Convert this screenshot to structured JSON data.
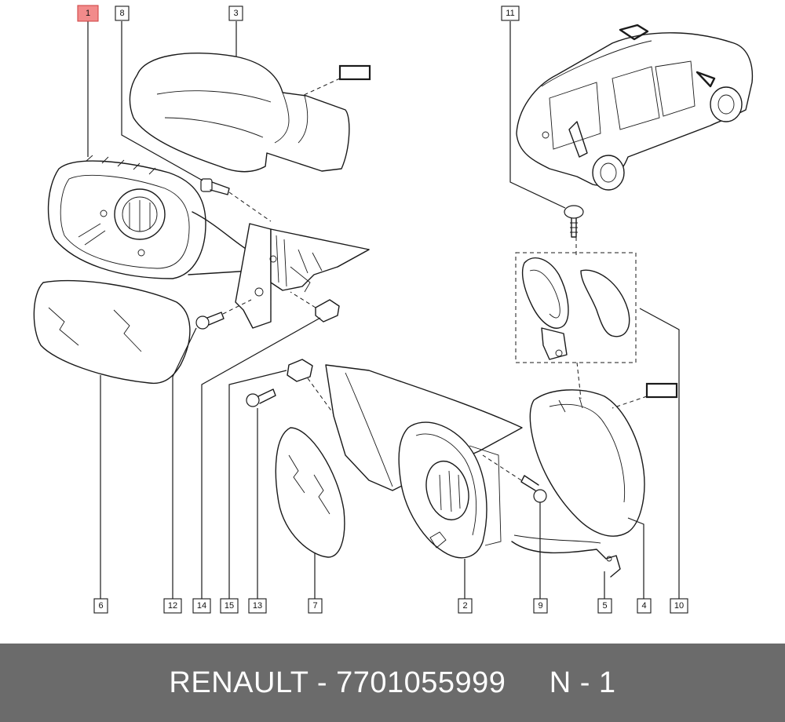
{
  "callouts": [
    {
      "label": "1",
      "highlight": true
    },
    {
      "label": "8"
    },
    {
      "label": "3"
    },
    {
      "label": "11"
    },
    {
      "label": "6"
    },
    {
      "label": "12"
    },
    {
      "label": "14"
    },
    {
      "label": "15"
    },
    {
      "label": "13"
    },
    {
      "label": "7"
    },
    {
      "label": "2"
    },
    {
      "label": "9"
    },
    {
      "label": "5"
    },
    {
      "label": "4"
    },
    {
      "label": "10"
    }
  ],
  "colors": {
    "highlight": "#f28b8b",
    "footer_bg": "#6b6b6b",
    "footer_text": "#ffffff",
    "line": "#1a1a1a"
  },
  "footer": {
    "brand": "RENAULT",
    "separator": " - ",
    "part_number": "7701055999",
    "position": "N - 1"
  }
}
